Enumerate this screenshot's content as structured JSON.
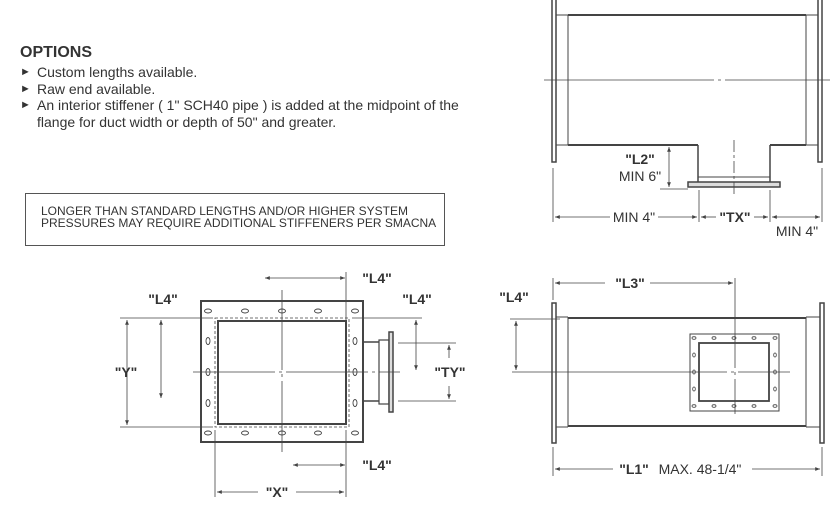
{
  "options": {
    "title": "OPTIONS",
    "items": [
      "Custom lengths available.",
      "Raw end available.",
      "An interior stiffener ( 1\" SCH40 pipe ) is added at the midpoint of the flange for duct width or depth of 50\" and greater."
    ]
  },
  "note": "LONGER THAN STANDARD LENGTHS AND/OR HIGHER SYSTEM PRESSURES MAY REQUIRE ADDITIONAL STIFFENERS PER SMACNA",
  "side_view": {
    "l2": "\"L2\"",
    "l2_min": "MIN 6\"",
    "min_left": "MIN 4\"",
    "tx": "\"TX\"",
    "min_right": "MIN 4\""
  },
  "end_view": {
    "l4_top": "\"L4\"",
    "l4_left": "\"L4\"",
    "l4_right": "\"L4\"",
    "l4_bottom": "\"L4\"",
    "y": "\"Y\"",
    "ty": "\"TY\"",
    "x": "\"X\""
  },
  "top_view": {
    "l3": "\"L3\"",
    "l4": "\"L4\"",
    "l1": "\"L1\"",
    "l1_max": "MAX. 48-1/4\""
  },
  "colors": {
    "line": "#444444",
    "text": "#333333"
  }
}
